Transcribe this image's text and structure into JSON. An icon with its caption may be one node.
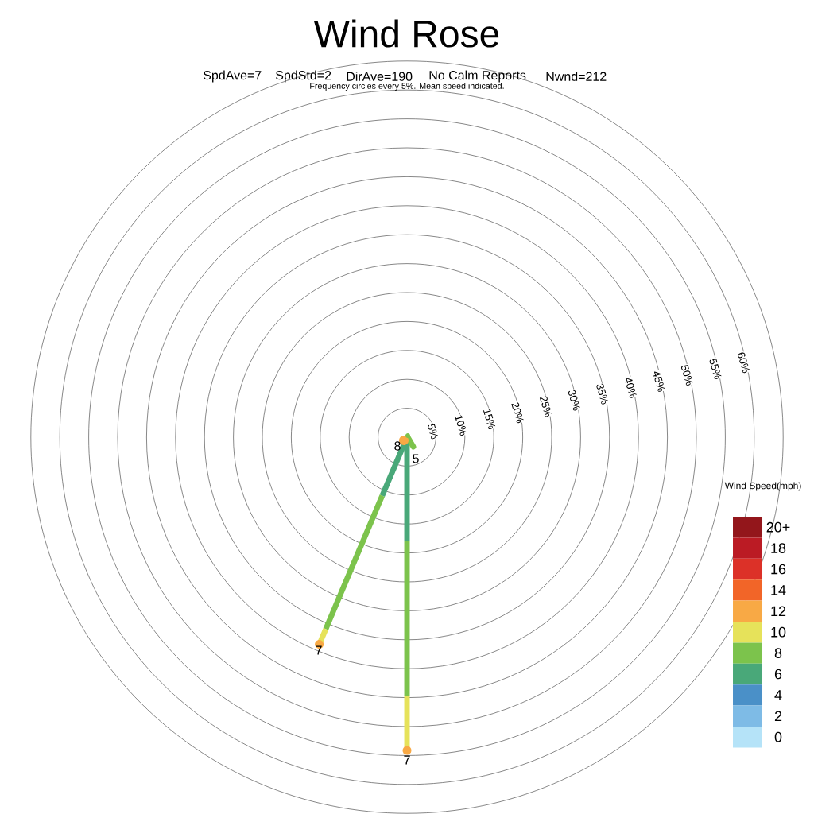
{
  "diagram": {
    "title": "Wind Rose",
    "labels": [
      "SpdAve=7",
      "SpdStd=2",
      "DirAve=190",
      "No Calm Reports",
      "Nwnd=212",
      "Frequency circles every 5%. Mean speed indicated.",
      "5%",
      "10%",
      "15%",
      "20%",
      "25%",
      "30%",
      "35%",
      "40%",
      "45%",
      "50%",
      "55%",
      "60%",
      "8",
      "5",
      "7",
      "7",
      "Wind Speed(mph)"
    ],
    "legend": [
      {
        "text": "20+",
        "color": "#93161b"
      },
      {
        "text": "18",
        "color": "#bb1b24"
      },
      {
        "text": "16",
        "color": "#dc3128"
      },
      {
        "text": "14",
        "color": "#f26528"
      },
      {
        "text": "12",
        "color": "#f8a945"
      },
      {
        "text": "10",
        "color": "#e6e25a"
      },
      {
        "text": "8",
        "color": "#7cc34c"
      },
      {
        "text": "6",
        "color": "#49a879"
      },
      {
        "text": "4",
        "color": "#4a90c8"
      },
      {
        "text": "2",
        "color": "#7ebbe6"
      },
      {
        "text": "0",
        "color": "#b5e3f8"
      }
    ]
  }
}
